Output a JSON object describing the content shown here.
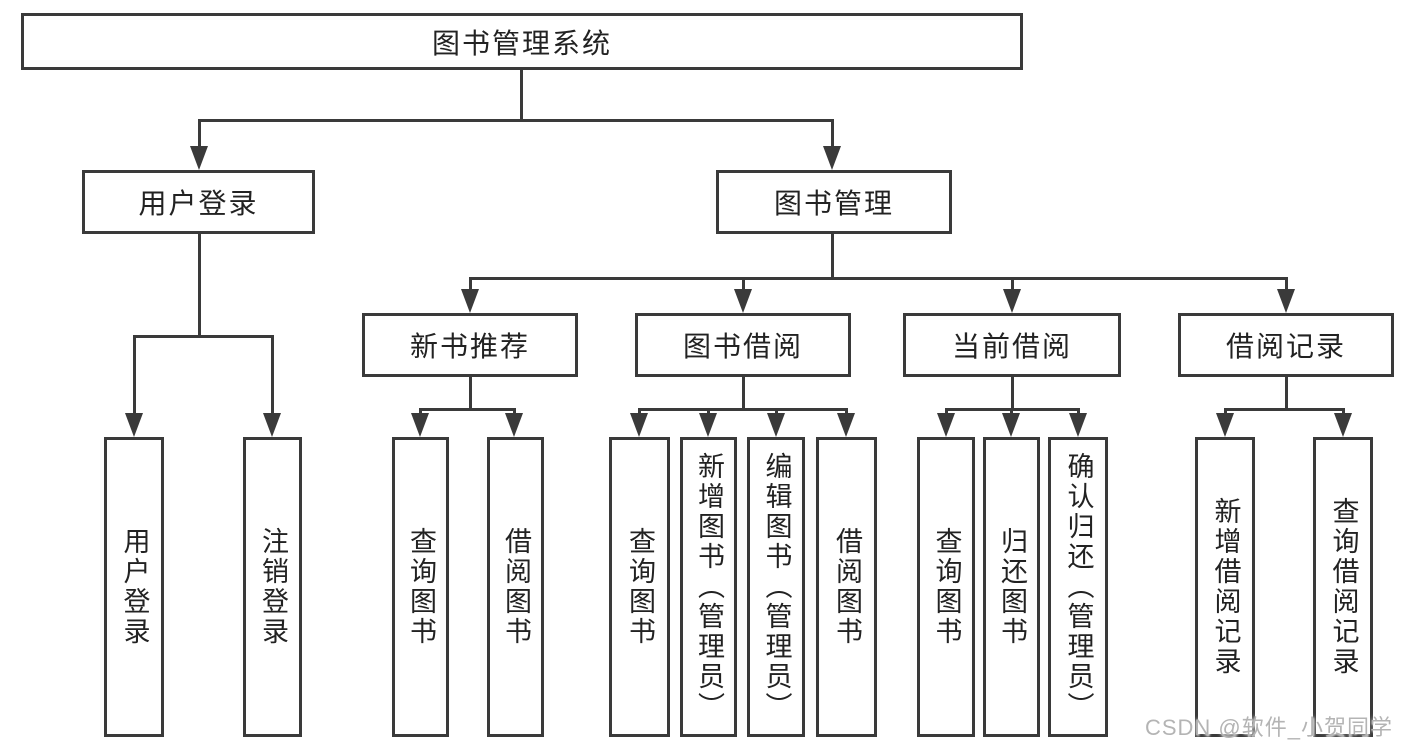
{
  "diagram": {
    "nodes": {
      "root": "图书管理系统",
      "user_login": "用户登录",
      "book_mgmt": "图书管理",
      "new_book_rec": "新书推荐",
      "book_borrowing": "图书借阅",
      "current_borrowing": "当前借阅",
      "borrowing_records": "借阅记录",
      "leaf_user_login": "用户登录",
      "leaf_logout": "注销登录",
      "leaf_nbr_query_books": "查询图书",
      "leaf_nbr_borrow_books": "借阅图书",
      "leaf_bb_query_books": "查询图书",
      "leaf_bb_add_books": "新增图书（管理员）",
      "leaf_bb_edit_books": "编辑图书（管理员）",
      "leaf_bb_borrow_books": "借阅图书",
      "leaf_cb_query_books": "查询图书",
      "leaf_cb_return_books": "归还图书",
      "leaf_cb_confirm_return": "确认归还（管理员）",
      "leaf_br_add_record": "新增借阅记录",
      "leaf_br_query_record": "查询借阅记录"
    },
    "structure": [
      {
        "parent": "图书管理系统",
        "children": [
          "用户登录",
          "图书管理"
        ]
      },
      {
        "parent": "用户登录",
        "children": [
          "用户登录",
          "注销登录"
        ]
      },
      {
        "parent": "图书管理",
        "children": [
          "新书推荐",
          "图书借阅",
          "当前借阅",
          "借阅记录"
        ]
      },
      {
        "parent": "新书推荐",
        "children": [
          "查询图书",
          "借阅图书"
        ]
      },
      {
        "parent": "图书借阅",
        "children": [
          "查询图书",
          "新增图书（管理员）",
          "编辑图书（管理员）",
          "借阅图书"
        ]
      },
      {
        "parent": "当前借阅",
        "children": [
          "查询图书",
          "归还图书",
          "确认归还（管理员）"
        ]
      },
      {
        "parent": "借阅记录",
        "children": [
          "新增借阅记录",
          "查询借阅记录"
        ]
      }
    ],
    "colors": {
      "line": "#3a3a3a",
      "box_fill": "#ffffff",
      "text": "#222222",
      "watermark": "#b4b4b4"
    }
  },
  "watermark": {
    "text": "CSDN @软件_小贺同学"
  }
}
